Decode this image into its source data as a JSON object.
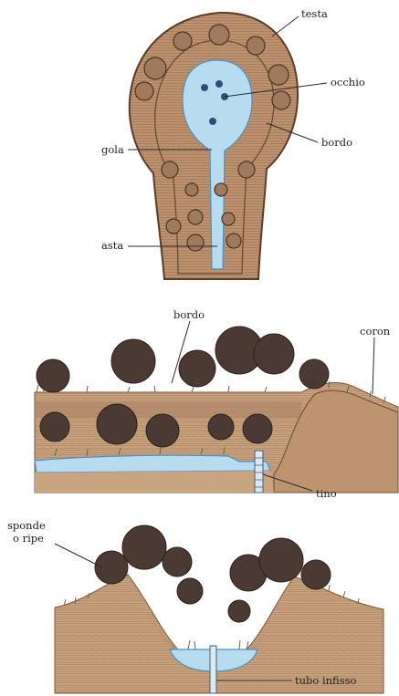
{
  "figure": {
    "panel_top": {
      "labels": {
        "testa": "testa",
        "occhio": "occhio",
        "bordo": "bordo",
        "gola": "gola",
        "asta": "asta"
      }
    },
    "panel_middle": {
      "labels": {
        "bordo": "bordo",
        "coron": "coron",
        "tino": "tino"
      }
    },
    "panel_bottom": {
      "labels": {
        "sponde_line1": "sponde",
        "sponde_line2": "o ripe",
        "tubo_infisso": "tubo infisso"
      }
    },
    "colors": {
      "earth": "#b98f6a",
      "earth_dark": "#6b4a34",
      "water": "#b7dcef",
      "water_dark": "#4f8fc0",
      "foliage": "#4a3a33",
      "grass": "#5d6b3f"
    },
    "icons": [
      "tree-icon",
      "well-eye-icon",
      "pipe-icon"
    ]
  }
}
